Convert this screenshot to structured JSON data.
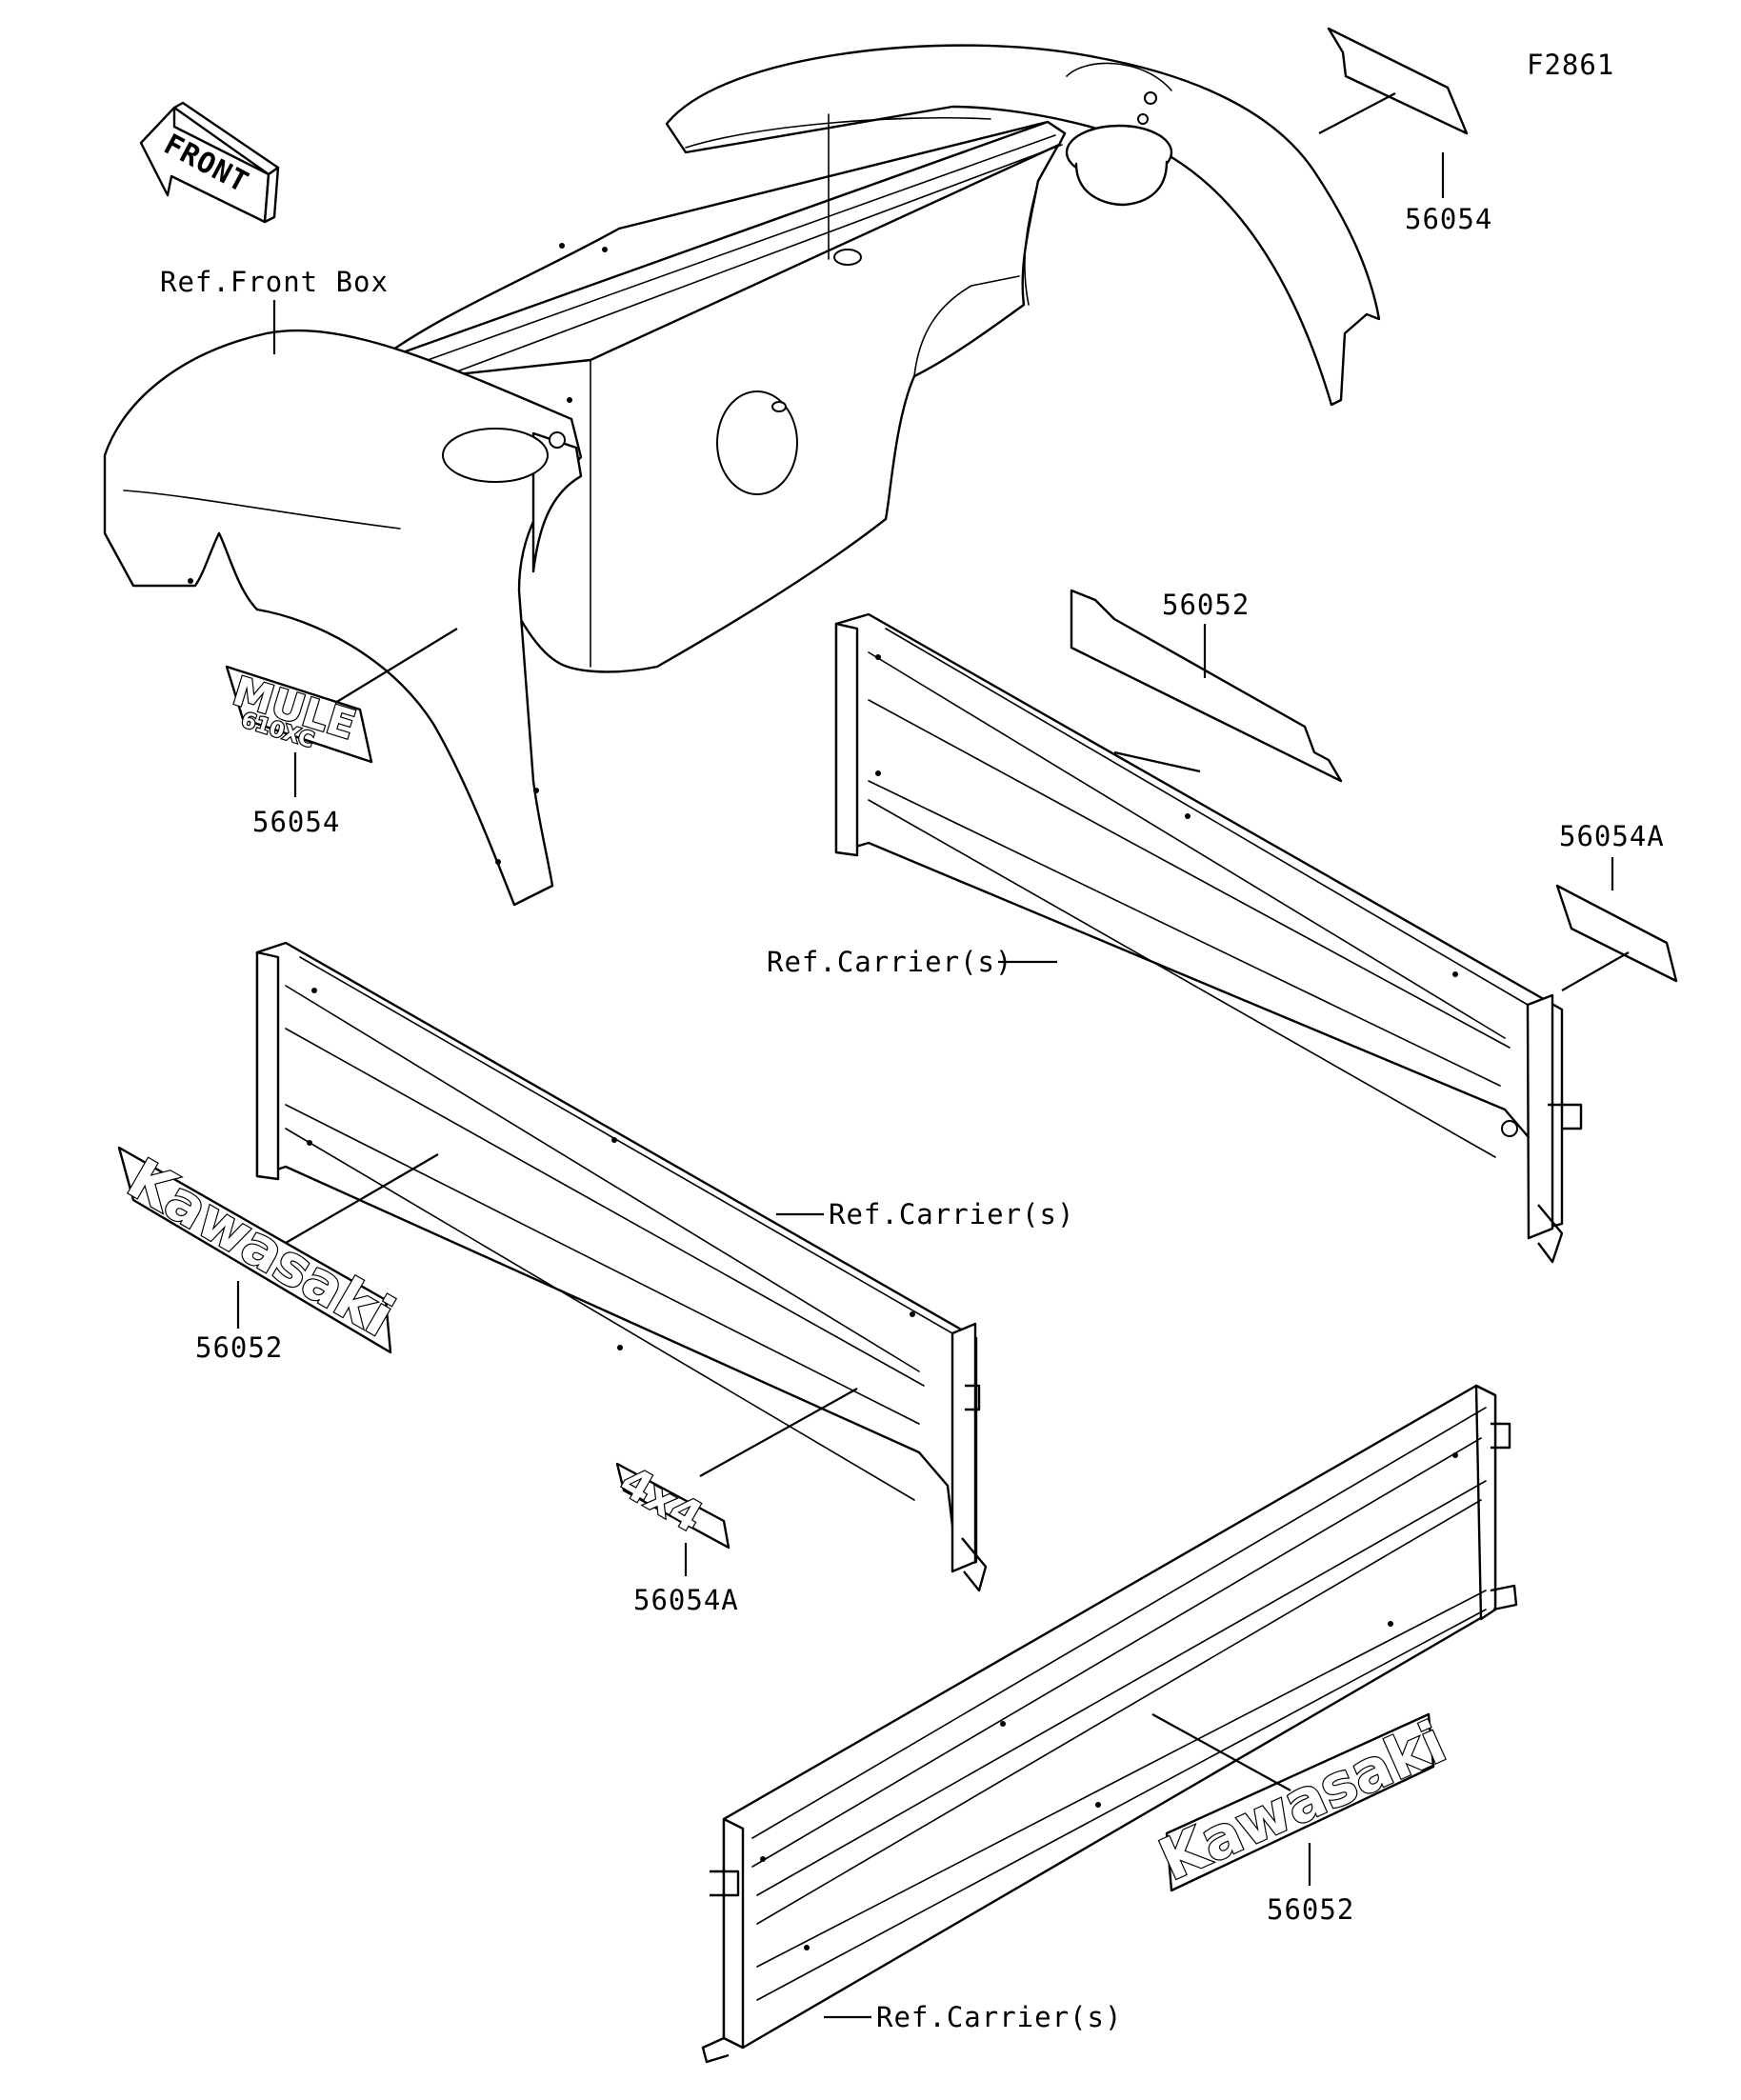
{
  "figure_id": "F2861",
  "front_arrow_text": "FRONT",
  "callouts": {
    "part_56054_rear_fender": "56054",
    "ref_front_box": "Ref.Front Box",
    "part_56054_mule_decal": "56054",
    "part_56052_panel_decal": "56052",
    "part_56054A_side": "56054A",
    "ref_carrier_upper_right": "Ref.Carrier(s)",
    "ref_carrier_middle": "Ref.Carrier(s)",
    "part_56052_kawasaki_left": "56052",
    "part_56054A_4x4": "56054A",
    "part_56052_kawasaki_right": "56052",
    "ref_carrier_bottom": "Ref.Carrier(s)"
  },
  "decals": {
    "mule_line1": "MULE",
    "mule_line2": "610XC",
    "kawasaki_left": "Kawasaki",
    "fourbyfour": "4x4",
    "kawasaki_right": "Kawasaki"
  }
}
